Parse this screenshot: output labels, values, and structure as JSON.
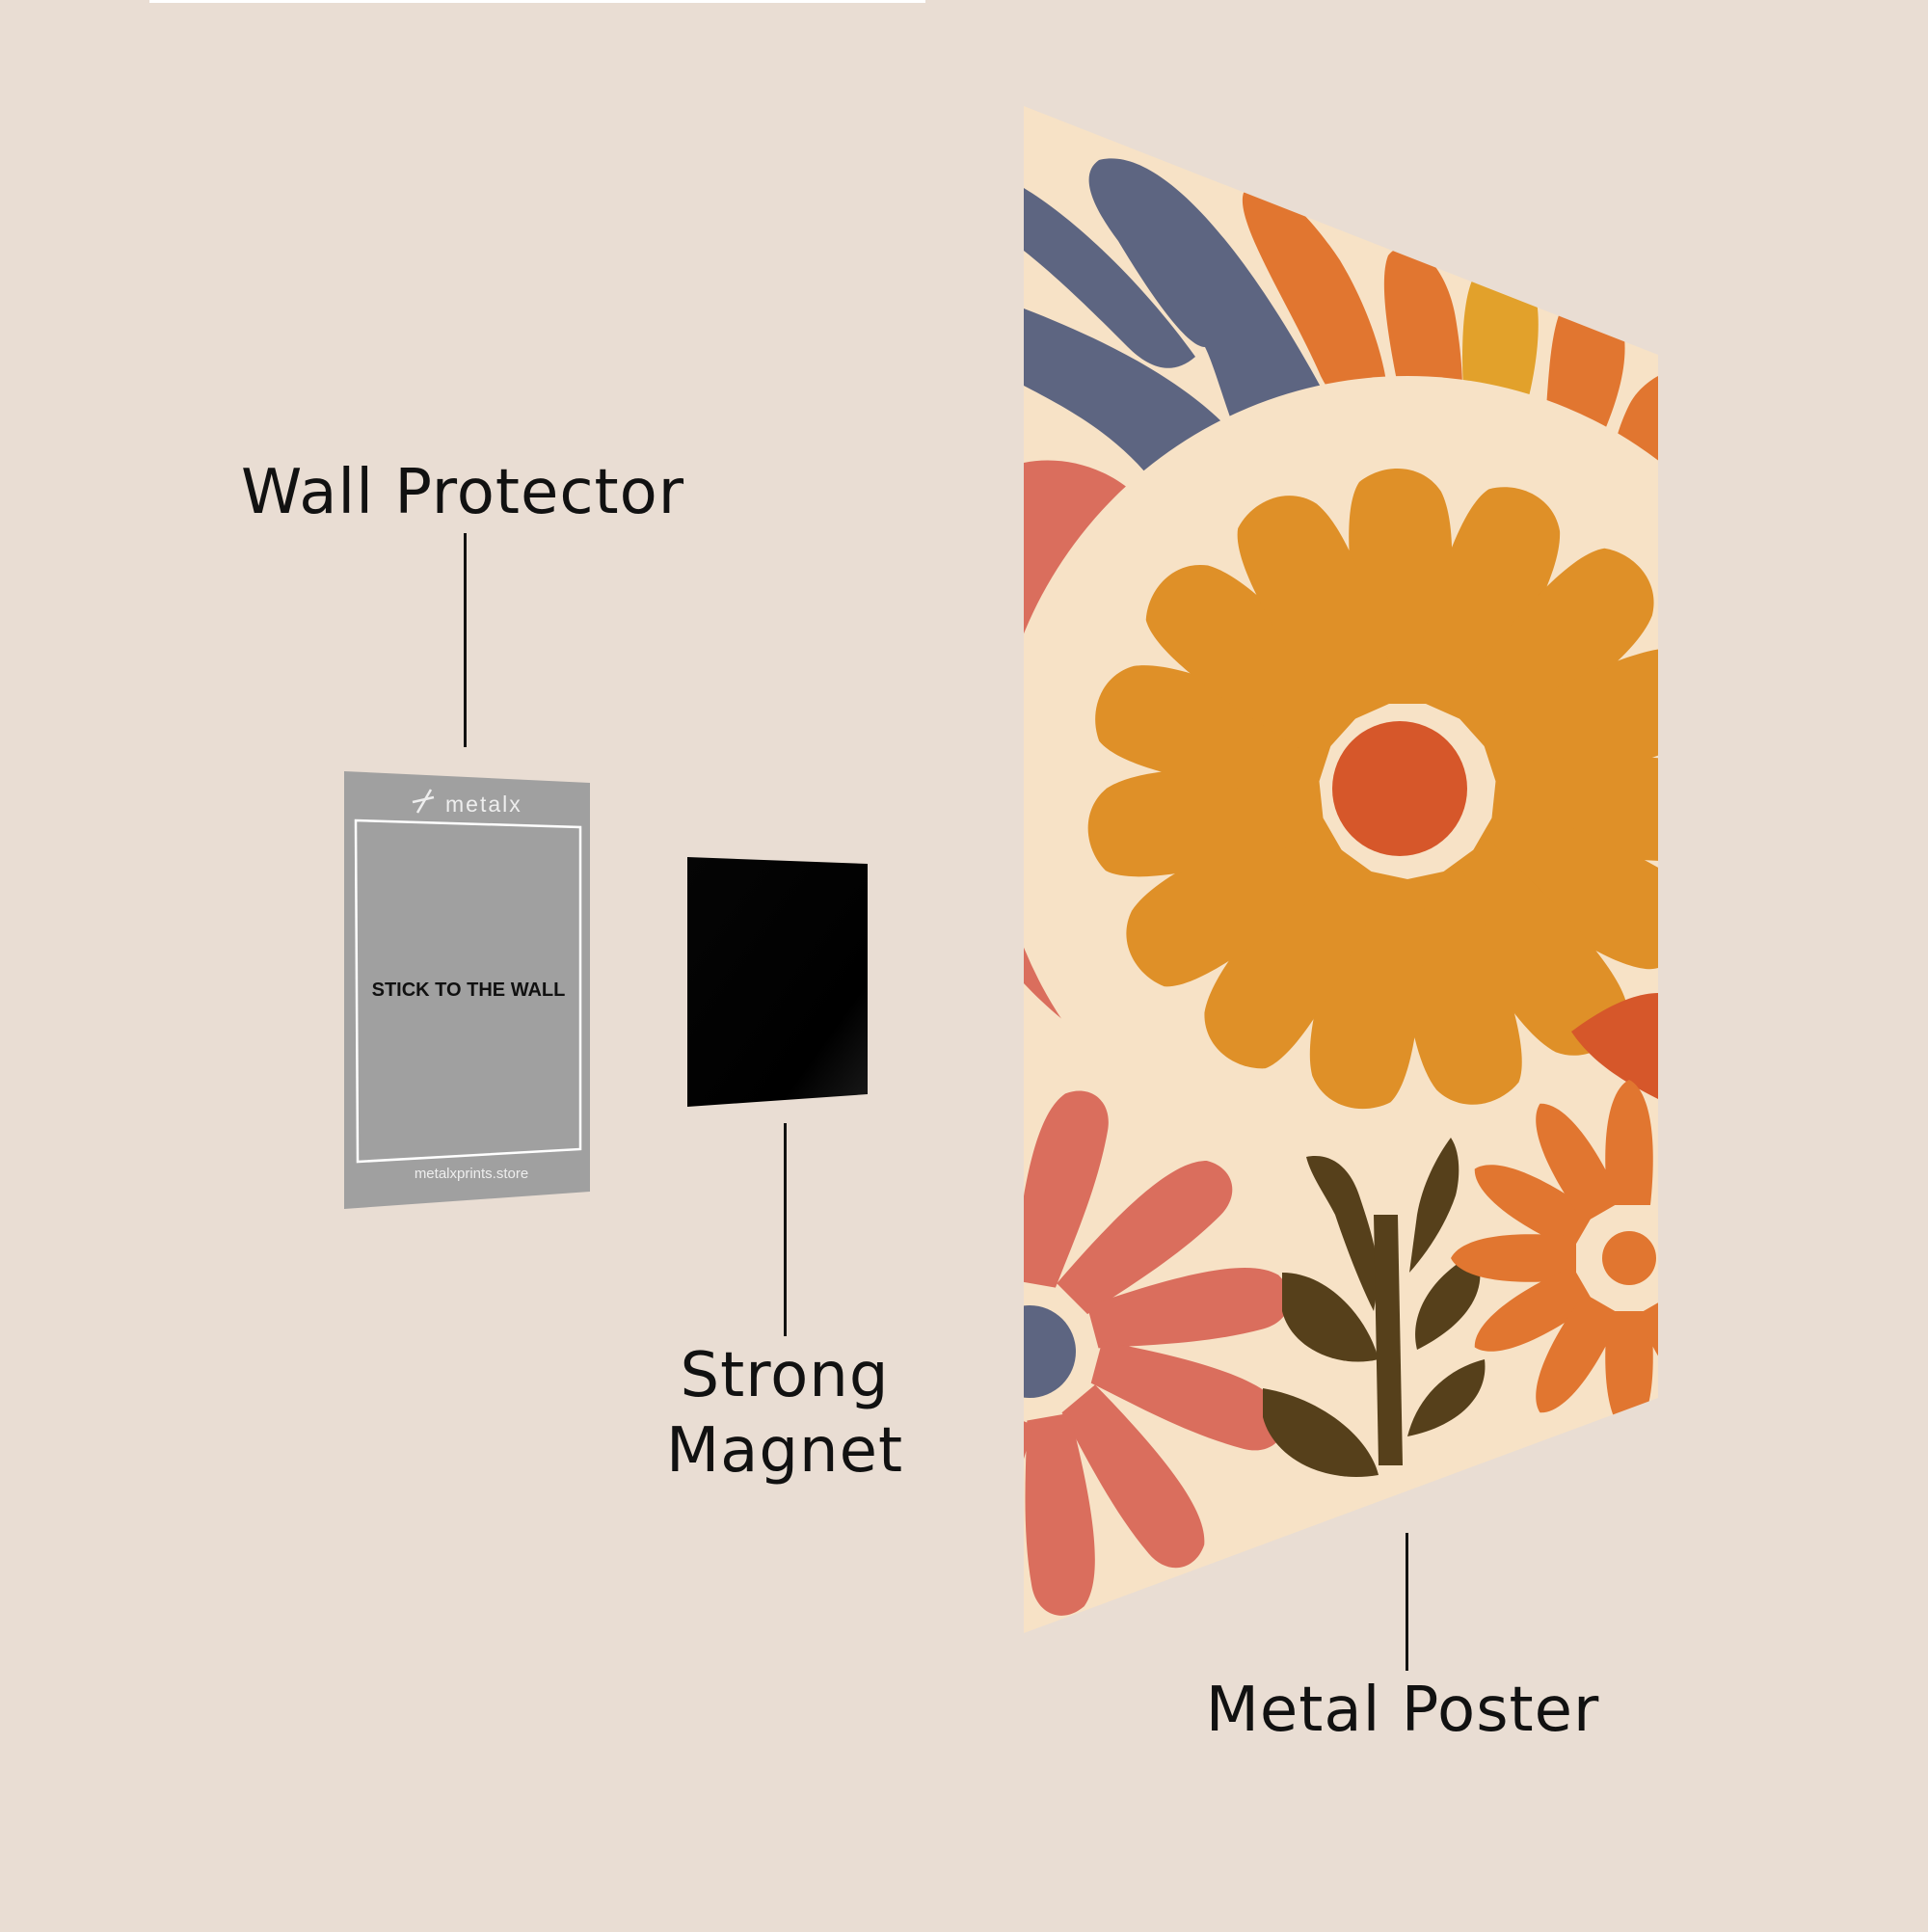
{
  "labels": {
    "wall_protector": "Wall Protector",
    "strong_magnet_line1": "Strong",
    "strong_magnet_line2": "Magnet",
    "metal_poster": "Metal Poster"
  },
  "protector_card": {
    "brand": "metalx",
    "instruction": "STICK TO THE WALL",
    "url": "metalxprints.store"
  },
  "colors": {
    "background": "#e9ddd3",
    "protector": "#a0a0a0",
    "magnet": "#000000",
    "poster_cream": "#f7e2c6",
    "slate_blue": "#5d6581",
    "orange": "#e17630",
    "golden": "#e2a12b",
    "mustard": "#df9028",
    "coral": "#da6e5d",
    "center_red": "#d6572a",
    "olive_brown": "#56401b"
  }
}
